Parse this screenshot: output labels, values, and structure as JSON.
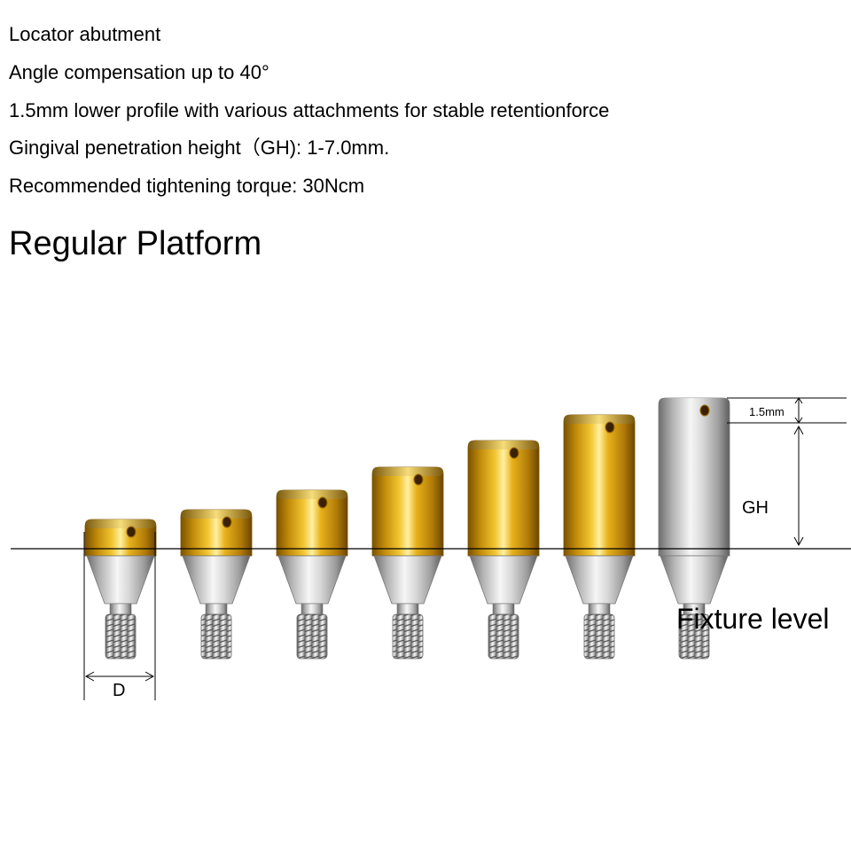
{
  "spec_lines": [
    "Locator abutment",
    "Angle compensation up to 40°",
    "1.5mm lower profile with various attachments for stable retentionforce",
    "Gingival penetration height（GH): 1-7.0mm.",
    "Recommended tightening torque: 30Ncm"
  ],
  "platform_title": "Regular Platform",
  "figure": {
    "dimension_labels": {
      "profile": "1.5mm",
      "gingival_height": "GH",
      "diameter": "D"
    },
    "fixture_level_label": "Fixture level",
    "abutments": [
      {
        "finish": "gold"
      },
      {
        "finish": "gold"
      },
      {
        "finish": "gold"
      },
      {
        "finish": "gold"
      },
      {
        "finish": "gold"
      },
      {
        "finish": "gold"
      },
      {
        "finish": "silver"
      }
    ]
  },
  "colors": {
    "gold": "#d9a514",
    "silver": "#c8c8c8",
    "line": "#000000"
  }
}
